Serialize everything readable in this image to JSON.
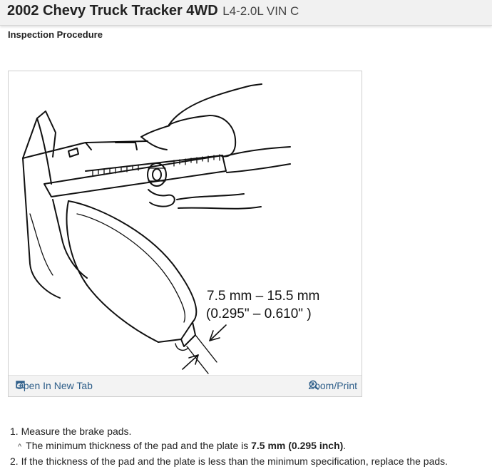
{
  "header": {
    "title": "2002 Chevy Truck Tracker 4WD",
    "engine": "L4-2.0L VIN C"
  },
  "section": {
    "label": "Inspection Procedure"
  },
  "figure": {
    "spec_line1": "7.5 mm – 15.5 mm",
    "spec_line2": "(0.295\" – 0.610\" )",
    "open_tab_label": "Open In New Tab",
    "zoom_label": "Zoom/Print",
    "open_tab_icon": "open-in-new-tab-icon",
    "zoom_icon": "magnifier-plus-icon"
  },
  "steps": [
    {
      "number": "1.",
      "text": "Measure the brake pads."
    },
    {
      "caret": "^",
      "prefix": "The minimum thickness of the pad and the plate is ",
      "bold": "7.5 mm (0.295 inch)",
      "suffix": "."
    },
    {
      "number": "2.",
      "text": "If the thickness of the pad and the plate is less than the minimum specification, replace the pads."
    }
  ],
  "colors": {
    "link": "#2f5f8a",
    "header_bg": "#f1f1f1"
  }
}
